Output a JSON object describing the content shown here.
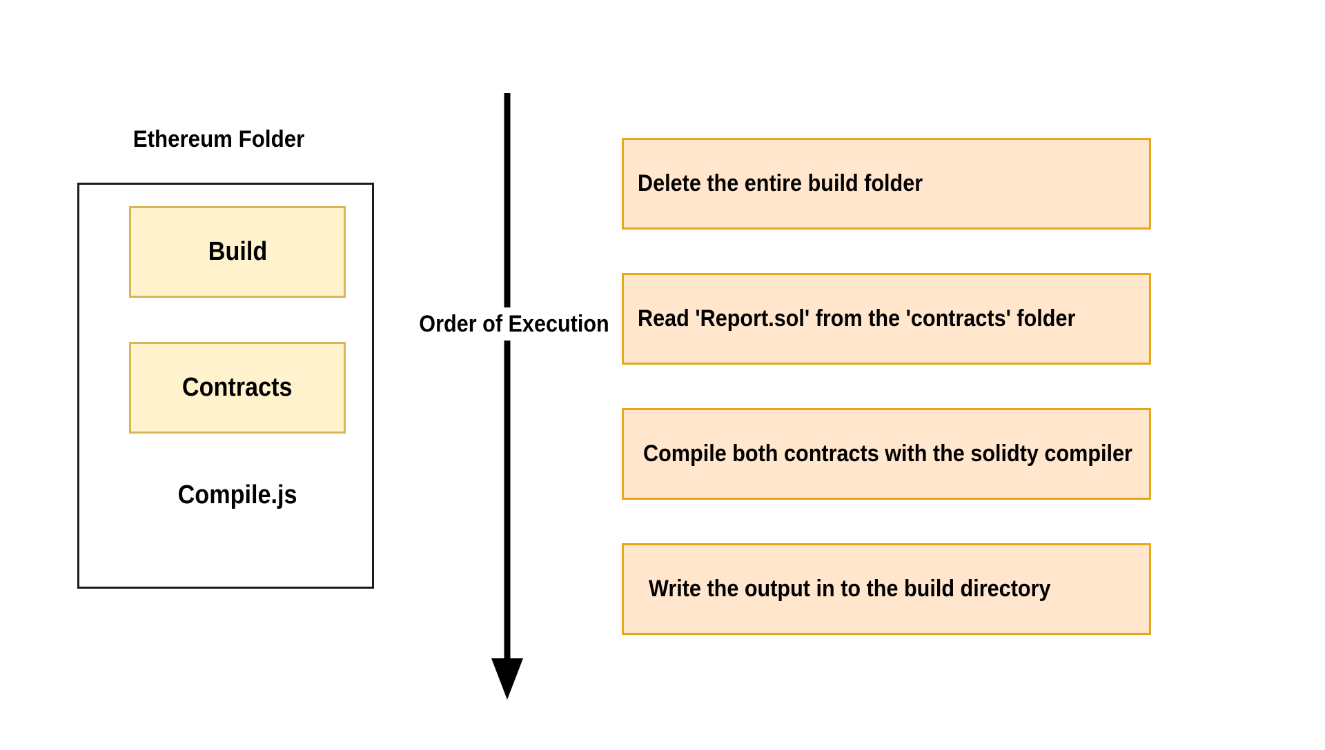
{
  "folder": {
    "title": "Ethereum Folder",
    "items": [
      "Build",
      "Contracts"
    ],
    "file": "Compile.js"
  },
  "axis": {
    "label": "Order of Execution"
  },
  "steps": [
    "Delete the entire build folder",
    "Read 'Report.sol' from the 'contracts' folder",
    "Compile both contracts with the solidty compiler",
    "Write the output in to the build directory"
  ],
  "colors": {
    "folder_item_fill": "#fff2cc",
    "folder_item_stroke": "#d6b656",
    "step_fill": "#ffe6cc",
    "step_stroke": "#e6a817",
    "arrow": "#000000"
  }
}
